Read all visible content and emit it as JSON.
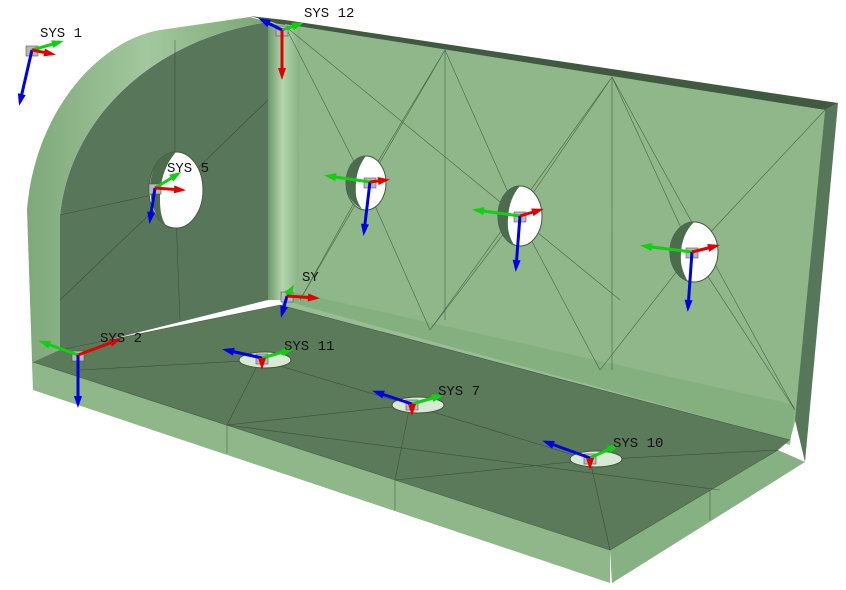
{
  "viewport": {
    "colors": {
      "face_light": "#8fb78a",
      "face_mid": "#7aa676",
      "face_dark": "#58775a",
      "floor": "#5b7a5a",
      "x_axis": "#e00000",
      "y_axis": "#10d010",
      "z_axis": "#0000e0"
    },
    "coordinate_systems": [
      {
        "label": "SYS 1"
      },
      {
        "label": "SYS 12"
      },
      {
        "label": "SYS 5"
      },
      {
        "label": "SY"
      },
      {
        "label": "SYS 2"
      },
      {
        "label": "SYS 11"
      },
      {
        "label": "SYS 7"
      },
      {
        "label": "SYS 10"
      }
    ]
  }
}
